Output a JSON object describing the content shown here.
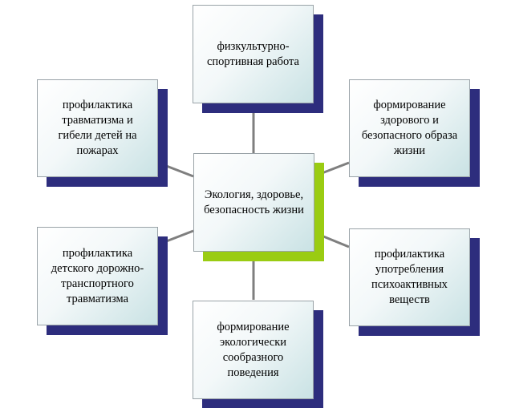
{
  "diagram": {
    "colors": {
      "outer_shadow": "#2d2d7d",
      "center_shadow": "#9acc12",
      "connector": "#7f7f7f"
    },
    "center": {
      "label": "Экология, здоровье, безопасность жизни"
    },
    "nodes": {
      "top": {
        "label": "физкультурно-спортивная работа"
      },
      "top_left": {
        "label": "профилактика травматизма и гибели детей на пожарах"
      },
      "top_right": {
        "label": "формирование здорового и безопасного образа жизни"
      },
      "bottom_left": {
        "label": "профилактика детского дорожно-транспортного травматизма"
      },
      "bottom_right": {
        "label": "профилактика употребления психоактивных веществ"
      },
      "bottom": {
        "label": "формирование экологически сообразного поведения"
      }
    }
  }
}
